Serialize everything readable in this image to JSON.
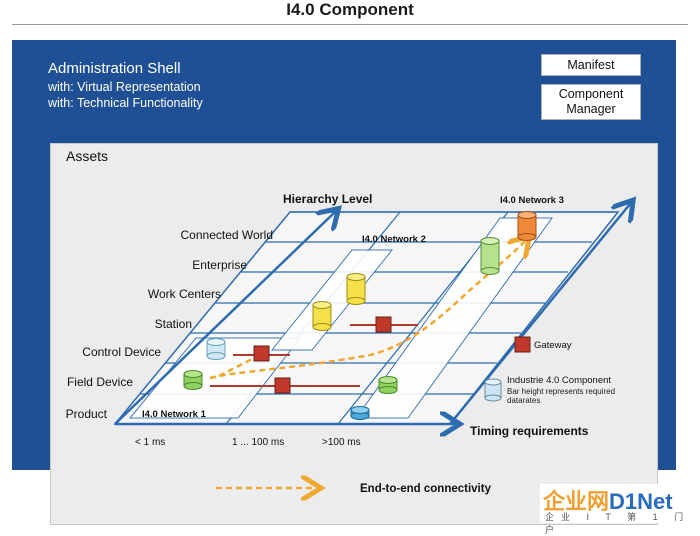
{
  "title": "I4.0 Component",
  "shell": {
    "title": "Administration Shell",
    "line1": "with: Virtual Representation",
    "line2": "with: Technical Functionality",
    "manifest": "Manifest",
    "component_manager_line1": "Component",
    "component_manager_line2": "Manager"
  },
  "assets": {
    "label": "Assets",
    "hierarchy_axis": "Hierarchy Level",
    "timing_axis": "Timing requirements",
    "levels": [
      "Connected World",
      "Enterprise",
      "Work Centers",
      "Station",
      "Control Device",
      "Field Device",
      "Product"
    ],
    "timing_ticks": [
      "< 1  ms",
      "1 ... 100   ms",
      ">100  ms"
    ],
    "networks": [
      "I4.0 Network 1",
      "I4.0 Network 2",
      "I4.0 Network 3"
    ],
    "legend": {
      "gateway": "Gateway",
      "component": "Industrie 4.0 Component",
      "component_note1": "Bar height represents required",
      "component_note2": "datarates"
    },
    "connectivity": "End-to-end connectivity"
  },
  "colors": {
    "shell_blue": "#1f4f95",
    "plane_line": "#2e6cb0",
    "gateway_red": "#c0392b",
    "connectivity_orange": "#f0a830",
    "cyl_light_blue": "#cfeaf6",
    "cyl_yellow": "#f5e04a",
    "cyl_green": "#9fd36a",
    "cyl_orange": "#f08a3a",
    "cyl_blue": "#4aa7dc"
  },
  "watermark": {
    "part1": "企业网",
    "part2": "D1Net",
    "sub": "企业 I T 第 1 门户"
  }
}
